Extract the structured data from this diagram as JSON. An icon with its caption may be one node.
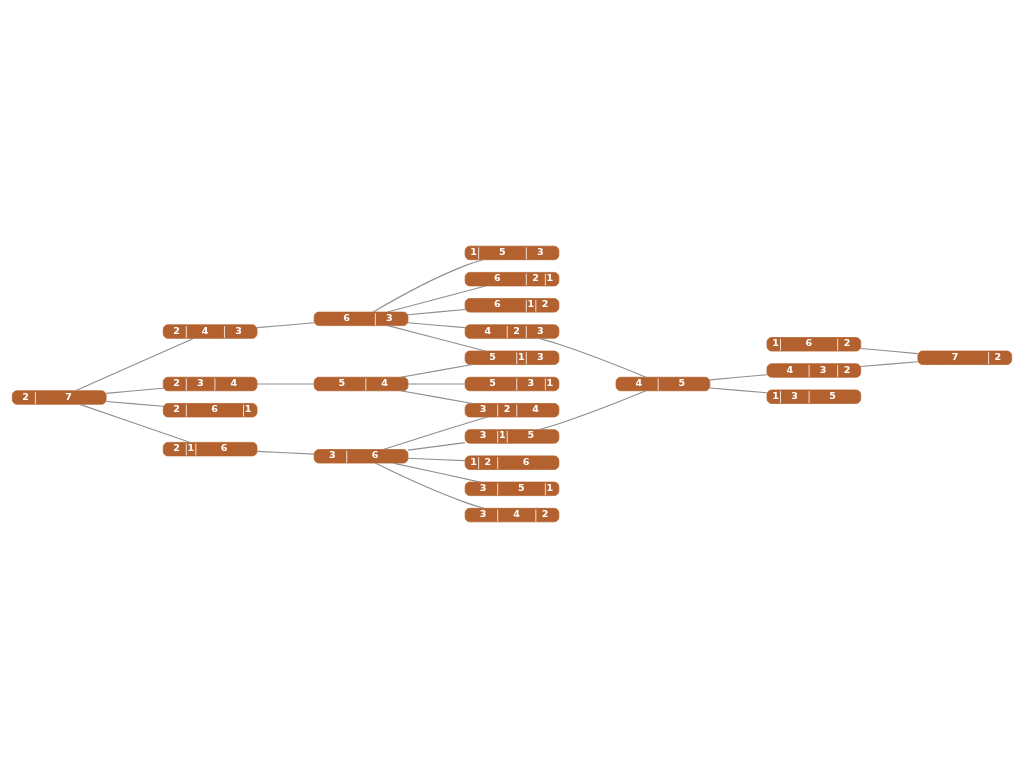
{
  "diagram": {
    "nodes": [
      {
        "text": [
          "2",
          "4",
          "3"
        ]
      },
      {
        "text": [
          "1",
          "5",
          "3"
        ]
      },
      {
        "text": [
          "6",
          "2",
          "1"
        ]
      },
      {
        "text": [
          "6",
          "3"
        ]
      },
      {
        "text": [
          "6",
          "1",
          "2"
        ]
      },
      {
        "text": [
          "4",
          "2",
          "3"
        ]
      },
      {
        "text": [
          "2",
          "3",
          "4"
        ]
      },
      {
        "text": [
          "4",
          "3",
          "2"
        ]
      },
      {
        "text": [
          "5",
          "1",
          "3"
        ]
      },
      {
        "text": [
          "2",
          "7"
        ]
      },
      {
        "text": [
          "5",
          "4"
        ]
      },
      {
        "text": [
          "5",
          "3",
          "1"
        ]
      },
      {
        "text": [
          "4",
          "5"
        ]
      },
      {
        "text": [
          "7",
          "2"
        ]
      },
      {
        "text": [
          "3",
          "2",
          "4"
        ]
      },
      {
        "text": [
          "2",
          "6",
          "1"
        ]
      },
      {
        "text": [
          "1",
          "3",
          "5"
        ]
      },
      {
        "text": [
          "3",
          "1",
          "5"
        ]
      },
      {
        "text": [
          "3",
          "6"
        ]
      },
      {
        "text": [
          "1",
          "2",
          "6"
        ]
      },
      {
        "text": [
          "3",
          "5",
          "1"
        ]
      },
      {
        "text": [
          "2",
          "1",
          "6"
        ]
      },
      {
        "text": [
          "3",
          "4",
          "2"
        ]
      },
      {
        "text": [
          "1",
          "6",
          "2"
        ]
      }
    ],
    "edges": [
      {
        "from": 9,
        "to": 0,
        "arrow": "none"
      },
      {
        "from": 9,
        "to": 6,
        "arrow": "none"
      },
      {
        "from": 9,
        "to": 15,
        "arrow": "none"
      },
      {
        "from": 9,
        "to": 21,
        "arrow": "none"
      },
      {
        "from": 0,
        "to": 3,
        "arrow": "none"
      },
      {
        "from": 6,
        "to": 10,
        "arrow": "none"
      },
      {
        "from": 21,
        "to": 18,
        "arrow": "none"
      },
      {
        "from": 3,
        "to": 1,
        "arrow": "none"
      },
      {
        "from": 3,
        "to": 2,
        "arrow": "none"
      },
      {
        "from": 3,
        "to": 4,
        "arrow": "none"
      },
      {
        "from": 3,
        "to": 5,
        "arrow": "none"
      },
      {
        "from": 3,
        "to": 8,
        "arrow": "none"
      },
      {
        "from": 10,
        "to": 8,
        "arrow": "none"
      },
      {
        "from": 10,
        "to": 11,
        "arrow": "none"
      },
      {
        "from": 10,
        "to": 14,
        "arrow": "none"
      },
      {
        "from": 18,
        "to": 14,
        "arrow": "none"
      },
      {
        "from": 18,
        "to": 17,
        "arrow": "none"
      },
      {
        "from": 18,
        "to": 19,
        "arrow": "none"
      },
      {
        "from": 18,
        "to": 20,
        "arrow": "none"
      },
      {
        "from": 18,
        "to": 22,
        "arrow": "none"
      },
      {
        "from": 5,
        "to": 12,
        "arrow": "none"
      },
      {
        "from": 17,
        "to": 12,
        "arrow": "none"
      },
      {
        "from": 12,
        "to": 7,
        "arrow": "none"
      },
      {
        "from": 12,
        "to": 16,
        "arrow": "none"
      },
      {
        "from": 7,
        "to": 13,
        "arrow": "none"
      },
      {
        "from": 23,
        "to": 13,
        "arrow": "none"
      }
    ]
  }
}
